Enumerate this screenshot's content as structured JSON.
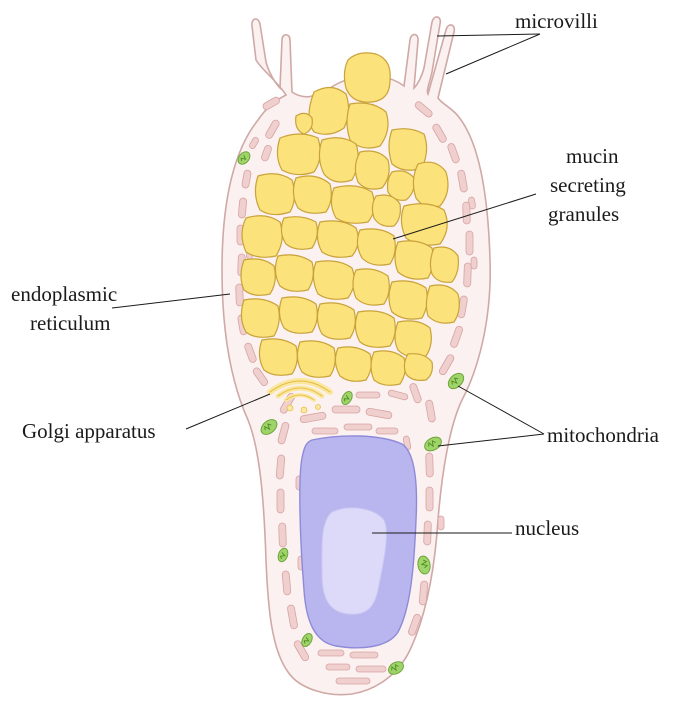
{
  "labels": {
    "microvilli": "microvilli",
    "mucin_line1": "mucin",
    "mucin_line2": "secreting",
    "mucin_line3": "granules",
    "er_line1": "endoplasmic",
    "er_line2": "reticulum",
    "golgi": "Golgi apparatus",
    "mitochondria": "mitochondria",
    "nucleus": "nucleus"
  },
  "colors": {
    "cell_fill": "#fbf1f0",
    "cell_stroke": "#cfa9a6",
    "granule_fill": "#fbe27a",
    "golgi_fill": "#fbe8a0",
    "nucleus_fill": "#b9b6ef",
    "nucleolus_fill": "#dcdaf8",
    "mitochondria_fill": "#9fd46a",
    "er_fill": "#f0cfcf"
  }
}
